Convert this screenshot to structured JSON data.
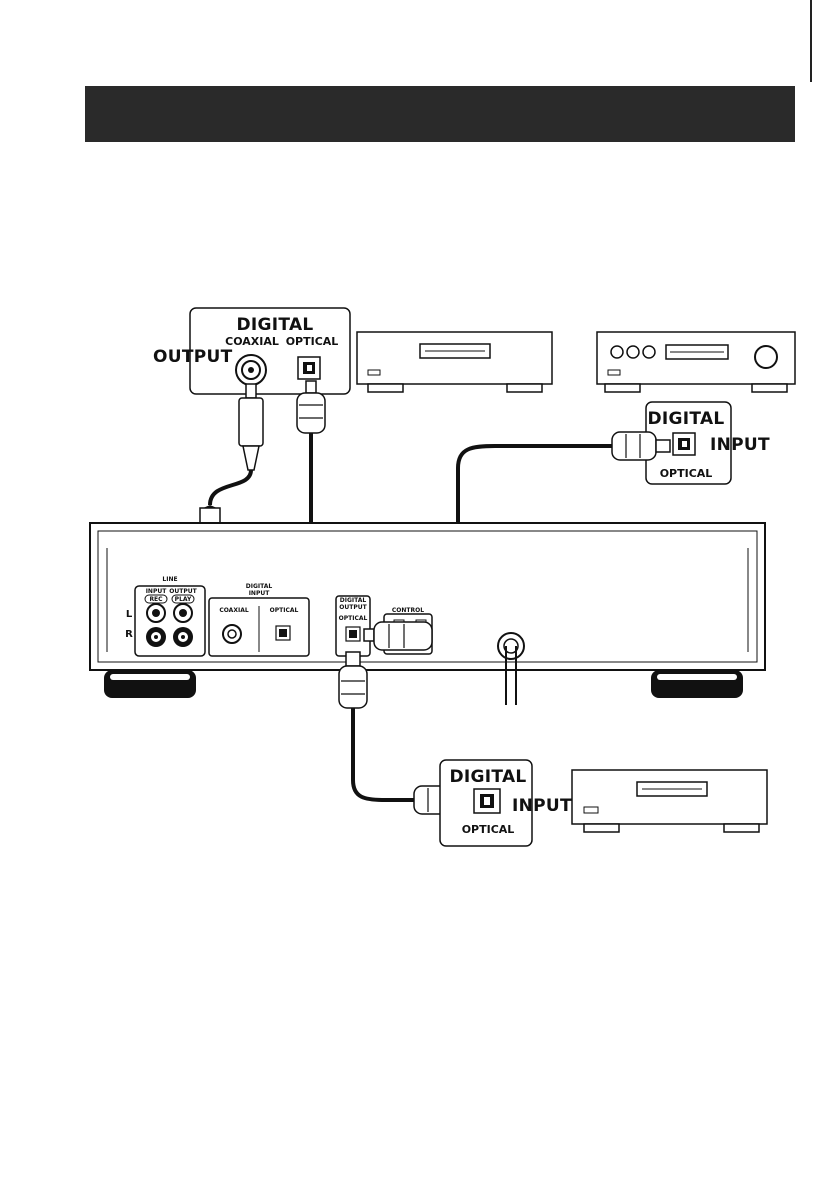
{
  "output_box": {
    "digital": "DIGITAL",
    "output": "OUTPUT",
    "coaxial": "COAXIAL",
    "optical": "OPTICAL"
  },
  "input_box_top": {
    "digital": "DIGITAL",
    "input": "INPUT",
    "optical": "OPTICAL"
  },
  "input_box_bottom": {
    "digital": "DIGITAL",
    "input": "INPUT",
    "optical": "OPTICAL"
  },
  "rear_panel": {
    "line": "LINE",
    "input": "INPUT",
    "output": "OUTPUT",
    "rec": "REC",
    "play": "PLAY",
    "l": "L",
    "r": "R",
    "digital_input_line1": "DIGITAL",
    "digital_input_line2": "INPUT",
    "coaxial": "COAXIAL",
    "optical": "OPTICAL",
    "digital_output_line1": "DIGITAL",
    "digital_output_line2": "OUTPUT",
    "digital_output_optical": "OPTICAL",
    "control": "CONTROL"
  }
}
